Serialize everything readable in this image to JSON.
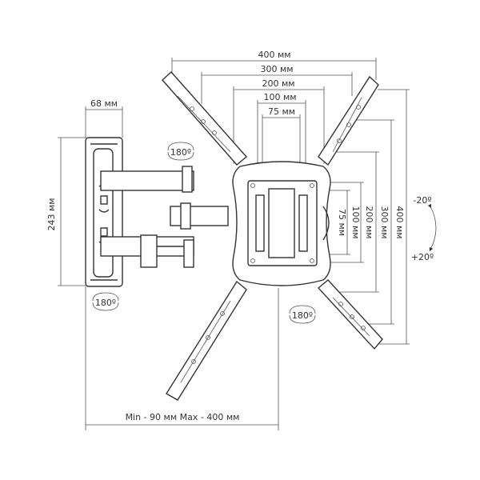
{
  "dimensions": {
    "w400": "400 мм",
    "w300": "300 мм",
    "w200": "200 мм",
    "w100": "100 мм",
    "w75": "75 мм",
    "h400": "400 мм",
    "h300": "300 мм",
    "h200": "200 мм",
    "h100": "100 мм",
    "h75": "75 мм",
    "depth": "68 мм",
    "height": "243 мм",
    "extension": "Min - 90 мм   Max - 400 мм"
  },
  "rotation": {
    "swivel_top": "180º",
    "swivel_wall": "180º",
    "swivel_plate": "180º",
    "tilt_up": "-20º",
    "tilt_down": "+20º"
  }
}
